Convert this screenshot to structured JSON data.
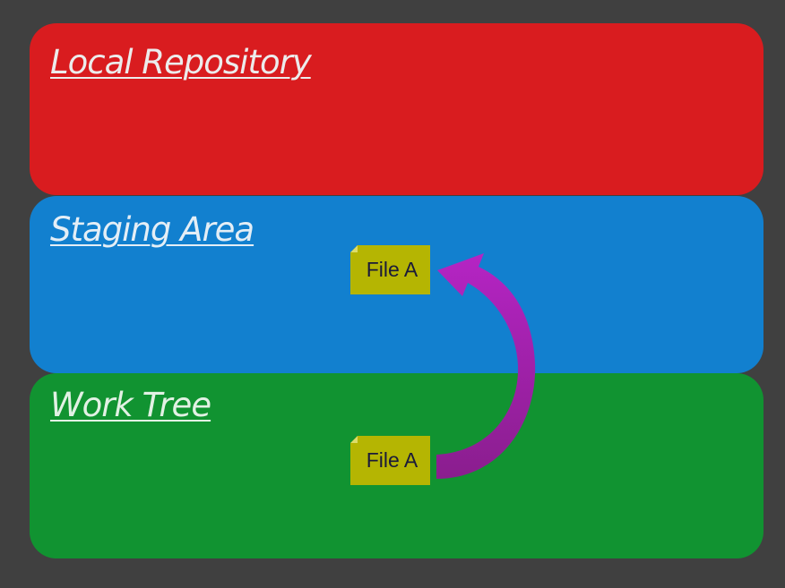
{
  "panels": {
    "local_repository": {
      "title": "Local Repository"
    },
    "staging_area": {
      "title": "Staging Area"
    },
    "work_tree": {
      "title": "Work Tree"
    }
  },
  "files": {
    "staged": "File A",
    "work": "File A"
  },
  "colors": {
    "background": "#404040",
    "local_repository": "#d91c1f",
    "staging_area": "#1280cf",
    "work_tree": "#119331",
    "file": "#b5b502",
    "arrow": "#a020b8"
  }
}
